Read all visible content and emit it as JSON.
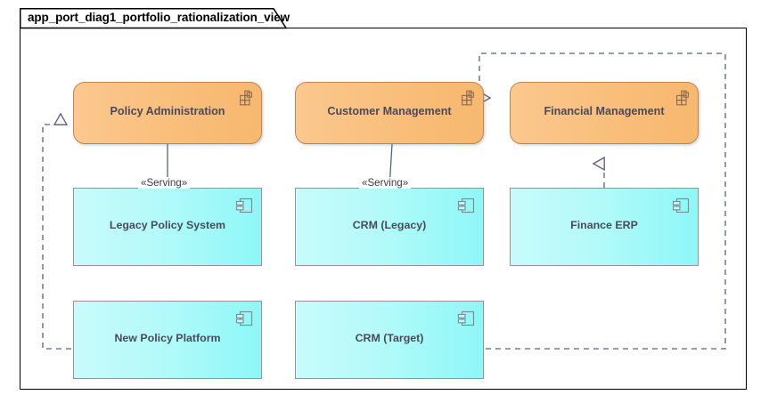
{
  "diagram": {
    "title": "app_port_diag1_portfolio_rationalization_view",
    "colors": {
      "capability_fill": "#F9BE7A",
      "capability_stroke": "#C08552",
      "component_fill": "#B4FAFA",
      "component_stroke": "#9E8F90",
      "connector_stroke": "#5A6080",
      "frame_stroke": "#000000",
      "text": "#4A4A58"
    }
  },
  "nodes": {
    "capabilities": [
      {
        "id": "policy-administration",
        "label": "Policy Administration",
        "icon": "capability-grid-icon"
      },
      {
        "id": "customer-management",
        "label": "Customer Management",
        "icon": "capability-grid-icon"
      },
      {
        "id": "financial-management",
        "label": "Financial Management",
        "icon": "capability-grid-icon"
      }
    ],
    "components": [
      {
        "id": "legacy-policy-system",
        "label": "Legacy Policy System",
        "icon": "uml-component-icon"
      },
      {
        "id": "crm-legacy",
        "label": "CRM (Legacy)",
        "icon": "uml-component-icon"
      },
      {
        "id": "finance-erp",
        "label": "Finance ERP",
        "icon": "uml-component-icon"
      },
      {
        "id": "new-policy-platform",
        "label": "New Policy Platform",
        "icon": "uml-component-icon"
      },
      {
        "id": "crm-target",
        "label": "CRM (Target)",
        "icon": "uml-component-icon"
      }
    ]
  },
  "relationships": [
    {
      "id": "serving-policy",
      "label": "«Serving»",
      "from": "legacy-policy-system",
      "to": "policy-administration",
      "style": "solid"
    },
    {
      "id": "serving-crm",
      "label": "«Serving»",
      "from": "crm-legacy",
      "to": "customer-management",
      "style": "solid"
    },
    {
      "id": "realization-finance",
      "label": "",
      "from": "finance-erp",
      "to": "financial-management",
      "style": "dashed-hollow-triangle"
    },
    {
      "id": "realization-new-policy",
      "label": "",
      "from": "new-policy-platform",
      "to": "policy-administration",
      "style": "dashed-hollow-triangle"
    },
    {
      "id": "realization-crm-target",
      "label": "",
      "from": "crm-target",
      "to": "customer-management",
      "style": "dashed-hollow-triangle"
    }
  ]
}
